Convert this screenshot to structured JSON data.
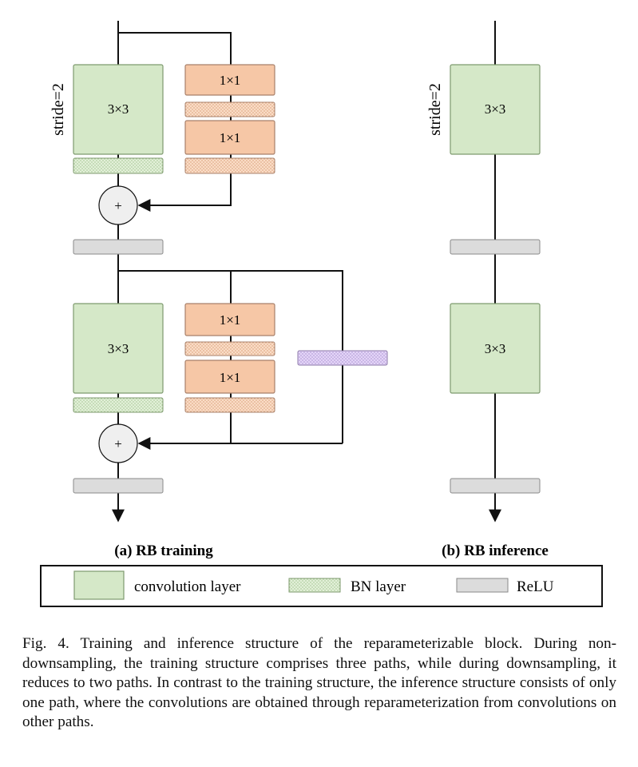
{
  "training": {
    "stride_label": "stride=2",
    "stage1": {
      "conv3x3_label": "3×3",
      "conv1x1_a_label": "1×1",
      "conv1x1_b_label": "1×1",
      "add_symbol": "+"
    },
    "stage2": {
      "conv3x3_label": "3×3",
      "conv1x1_a_label": "1×1",
      "conv1x1_b_label": "1×1",
      "add_symbol": "+"
    },
    "subtitle": "(a) RB training"
  },
  "inference": {
    "stride_label": "stride=2",
    "conv_top_label": "3×3",
    "conv_bottom_label": "3×3",
    "subtitle": "(b) RB inference"
  },
  "legend": {
    "items": [
      {
        "label": "convolution layer"
      },
      {
        "label": "BN layer"
      },
      {
        "label": "ReLU"
      }
    ]
  },
  "caption": {
    "text": "Fig. 4.  Training and inference structure of the reparameterizable block. During non-downsampling, the training structure comprises three paths, while during downsampling, it reduces to two paths. In contrast to the training structure, the inference structure consists of only one path, where the convolutions are obtained through reparameterization from convolutions on other paths."
  },
  "colors": {
    "conv_fill": "#d5e8c8",
    "conv_stroke": "#7e9a6e",
    "conv1x1_fill": "#f6c7a6",
    "conv1x1_stroke": "#a8806a",
    "bn_fill": "#dcecd0",
    "bn_orange_fill": "#f8d6bc",
    "relu_fill": "#dcdcdc",
    "purple_fill": "#dccbf3",
    "purple_stroke": "#8c7aa8",
    "line": "#111111"
  }
}
